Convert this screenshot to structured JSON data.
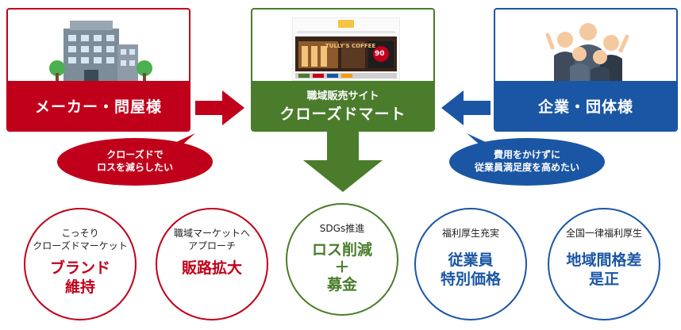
{
  "left_box": {
    "title": "メーカー・問屋様",
    "bubble": [
      "クローズドで",
      "ロスを減らしたい"
    ]
  },
  "center_box": {
    "subtitle": "職域販売サイト",
    "title": "クローズドマート",
    "screenshot_banner": "TULLY'S COFFEE",
    "screenshot_price": "90"
  },
  "right_box": {
    "title": "企業・団体様",
    "bubble": [
      "費用をかけずに",
      "従業員満足度を高めたい"
    ]
  },
  "circles": [
    {
      "top": [
        "こっそり",
        "クローズドマーケット"
      ],
      "big": "ブランド\n維持",
      "color": "#c0001b"
    },
    {
      "top": [
        "職域マーケットへ",
        "アプローチ"
      ],
      "big": "販路拡大",
      "color": "#c0001b"
    },
    {
      "top": [
        "SDGs推進"
      ],
      "big": "ロス削減\n＋\n募金",
      "color": "#4a7c2c"
    },
    {
      "top": [
        "福利厚生充実"
      ],
      "big": "従業員\n特別価格",
      "color": "#1b56a4"
    },
    {
      "top": [
        "全国一律福利厚生"
      ],
      "big": "地域間格差\n是正",
      "color": "#1b56a4"
    }
  ],
  "colors": {
    "red": "#c0001b",
    "green": "#4a7c2c",
    "blue": "#1b56a4"
  }
}
